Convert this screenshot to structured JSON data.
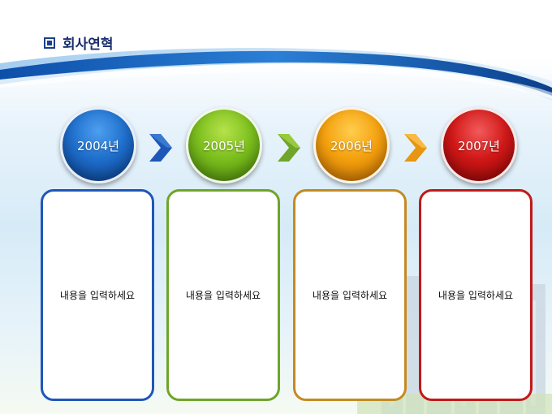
{
  "title": "회사연혁",
  "timeline": [
    {
      "year": "2004년",
      "content": "내용을 입력하세요",
      "color": "#1f6fcc"
    },
    {
      "year": "2005년",
      "content": "내용을 입력하세요",
      "color": "#7cbf1e"
    },
    {
      "year": "2006년",
      "content": "내용을 입력하세요",
      "color": "#f4a10f"
    },
    {
      "year": "2007년",
      "content": "내용을 입력하세요",
      "color": "#d11818"
    }
  ],
  "arrow_colors": [
    "#1f57b8",
    "#6ea52a",
    "#e8950f"
  ]
}
